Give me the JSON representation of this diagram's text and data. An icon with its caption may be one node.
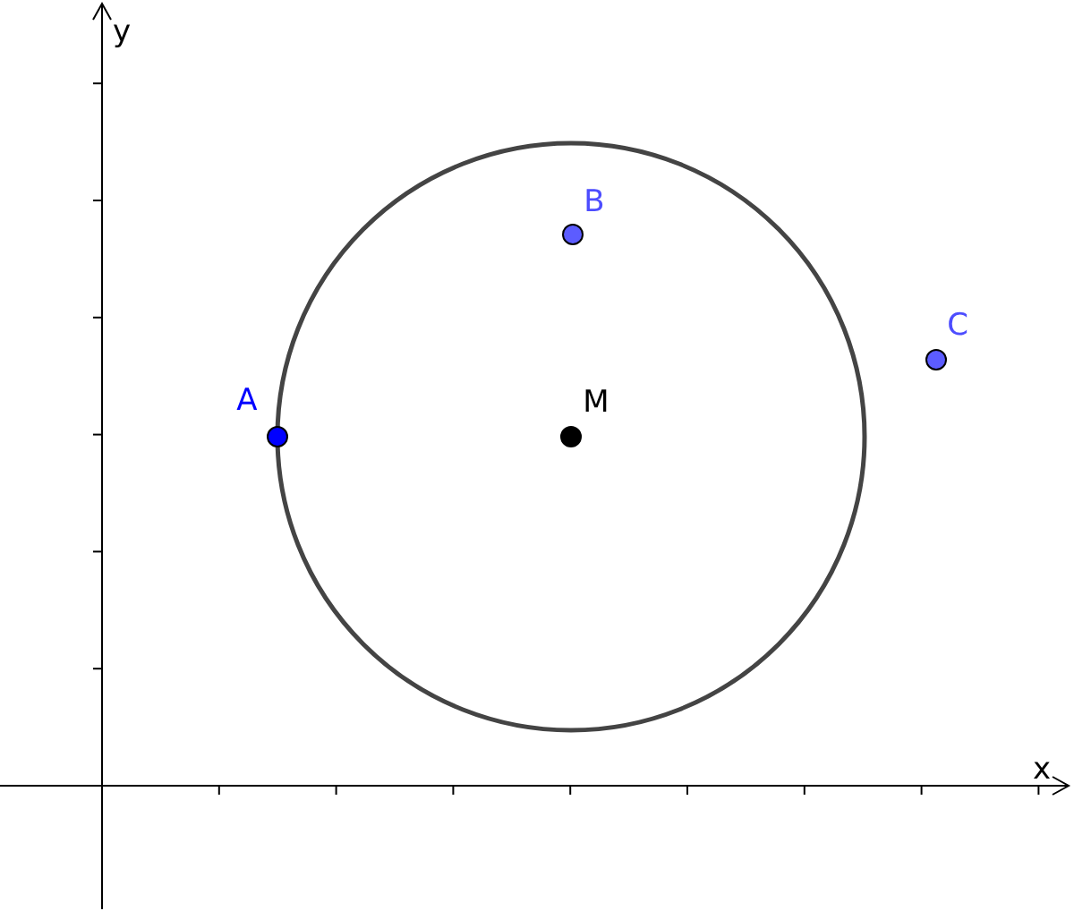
{
  "diagram": {
    "nodes": [
      {
        "text": [
          "B"
        ]
      },
      {
        "text": [
          "C"
        ]
      },
      {
        "text": [
          "A"
        ]
      },
      {
        "text": [
          "M"
        ]
      }
    ],
    "labels": [
      "y",
      "x"
    ]
  }
}
